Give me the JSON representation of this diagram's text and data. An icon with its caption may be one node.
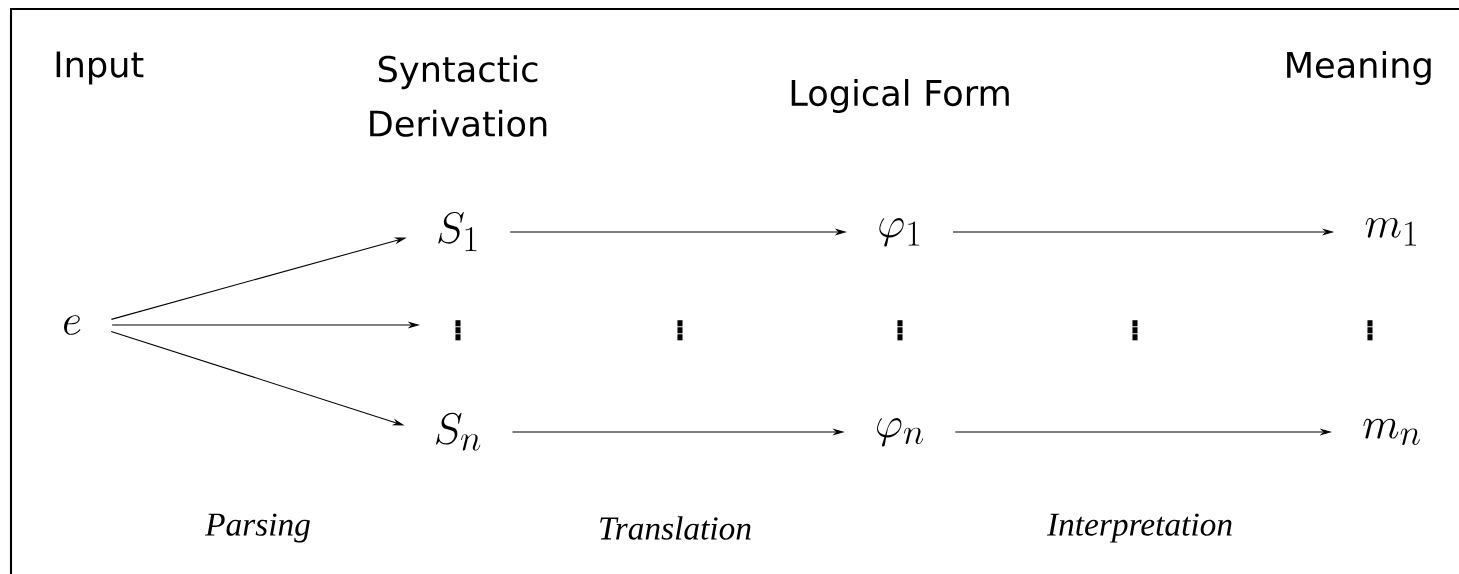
{
  "diagram": {
    "nodes": [
      {
        "text": [
          "e"
        ]
      },
      {
        "text": [
          "S_1"
        ]
      },
      {
        "text": [
          "\\vdots"
        ]
      },
      {
        "text": [
          "S_n"
        ]
      },
      {
        "text": [
          "\\varphi_1"
        ]
      },
      {
        "text": [
          "\\varphi_n"
        ]
      },
      {
        "text": [
          "m_1"
        ]
      },
      {
        "text": [
          "m_n"
        ]
      }
    ],
    "edges": [
      {
        "from": 0,
        "to": 1,
        "arrow": "to"
      },
      {
        "from": 0,
        "to": 2,
        "arrow": "to"
      },
      {
        "from": 0,
        "to": 3,
        "arrow": "to"
      },
      {
        "from": 1,
        "to": 4,
        "arrow": "to"
      },
      {
        "from": 3,
        "to": 5,
        "arrow": "to"
      },
      {
        "from": 4,
        "to": 6,
        "arrow": "to"
      },
      {
        "from": 5,
        "to": 7,
        "arrow": "to"
      }
    ],
    "labels": [
      "Input",
      "Syntactic Derivation",
      "Logical Form",
      "Meaning",
      "\\vdots",
      "\\vdots",
      "\\vdots",
      "\\vdots",
      "Parsing",
      "Translation",
      "Interpretation"
    ]
  }
}
